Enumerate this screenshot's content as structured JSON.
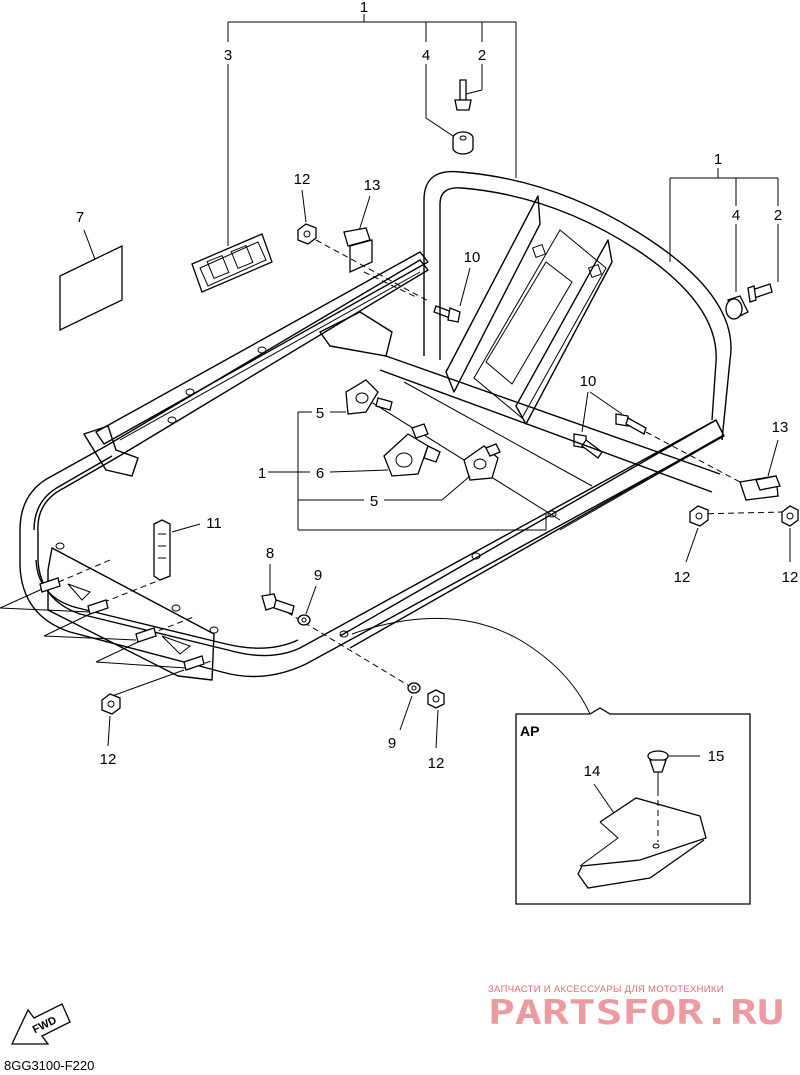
{
  "callouts": {
    "c1_top": "1",
    "c1_right": "1",
    "c1_left": "1",
    "c2_top": "2",
    "c2_right": "2",
    "c3": "3",
    "c4_top": "4",
    "c4_right": "4",
    "c5_upper": "5",
    "c5_lower": "5",
    "c6": "6",
    "c7": "7",
    "c8": "8",
    "c9_mid": "9",
    "c9_low": "9",
    "c10_top": "10",
    "c10_right": "10",
    "c11": "11",
    "c12_topleft": "12",
    "c12_right_a": "12",
    "c12_right_b": "12",
    "c12_bottom_left": "12",
    "c12_bottom_mid": "12",
    "c13_top": "13",
    "c13_right": "13",
    "c14": "14",
    "c15": "15"
  },
  "inset": {
    "label": "AP"
  },
  "fwd_label": "FWD",
  "diagram_code": "8GG3100-F220",
  "watermark": {
    "tagline": "ЗАПЧАСТИ И АКСЕССУАРЫ ДЛЯ МОТОТЕХНИКИ",
    "brand": "PARTSFOR.RU",
    "color": "#e06a72"
  }
}
